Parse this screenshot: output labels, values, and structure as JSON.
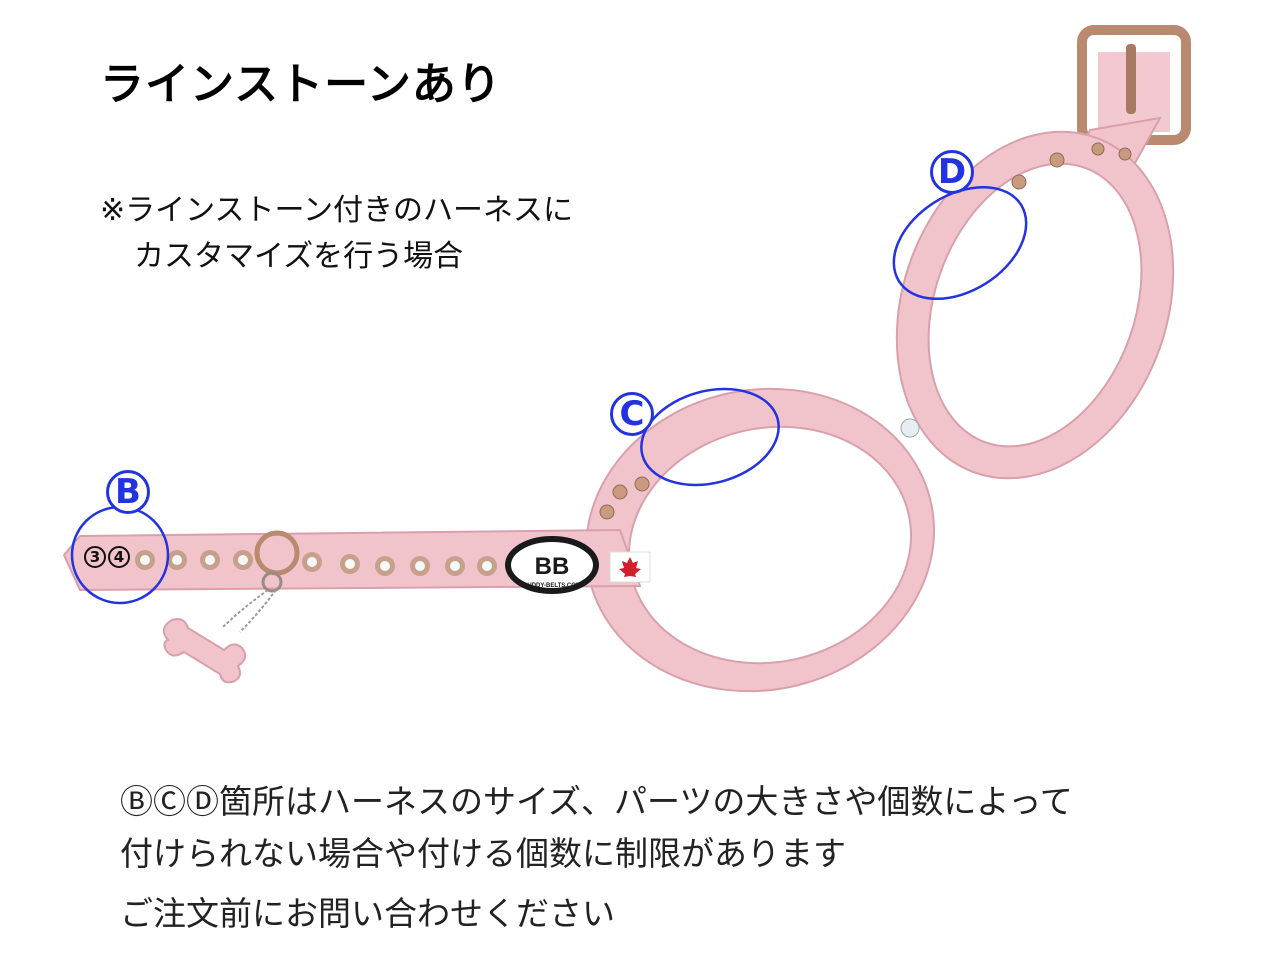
{
  "heading": "ラインストーンあり",
  "note": {
    "line1": "※ラインストーン付きのハーネスに",
    "line2": "カスタマイズを行う場合"
  },
  "markers": {
    "b": "B",
    "c": "C",
    "d": "D"
  },
  "hole_numbers": [
    "3",
    "4"
  ],
  "logo_text": "BB",
  "logo_subtext": "BUDDY-BELTS.COM",
  "footer": {
    "line1": "ⒷⒸⒹ箇所はハーネスのサイズ、パーツの大きさや個数によって",
    "line2": "付けられない場合や付ける個数に制限があります",
    "line3": "ご注文前にお問い合わせください"
  },
  "colors": {
    "leather": "#f1c4cc",
    "leather_edge": "#d9a0ab",
    "marker": "#2433e0",
    "metal": "#c99a7f"
  }
}
